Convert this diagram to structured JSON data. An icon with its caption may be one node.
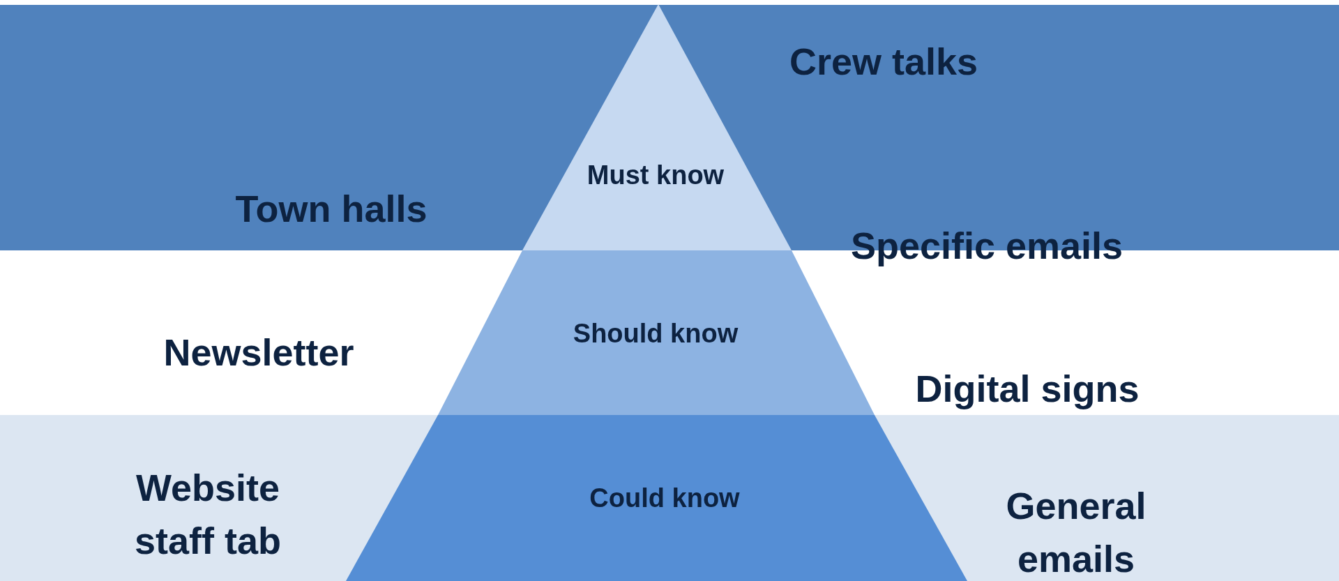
{
  "diagram": {
    "nodes": [
      {
        "text": [
          "Must know"
        ]
      },
      {
        "text": [
          "Should know"
        ]
      },
      {
        "text": [
          "Could know"
        ]
      }
    ],
    "labels": [
      "Crew talks",
      "Town halls",
      "Specific emails",
      "Newsletter",
      "Digital signs",
      "Website staff tab",
      "General emails"
    ]
  }
}
